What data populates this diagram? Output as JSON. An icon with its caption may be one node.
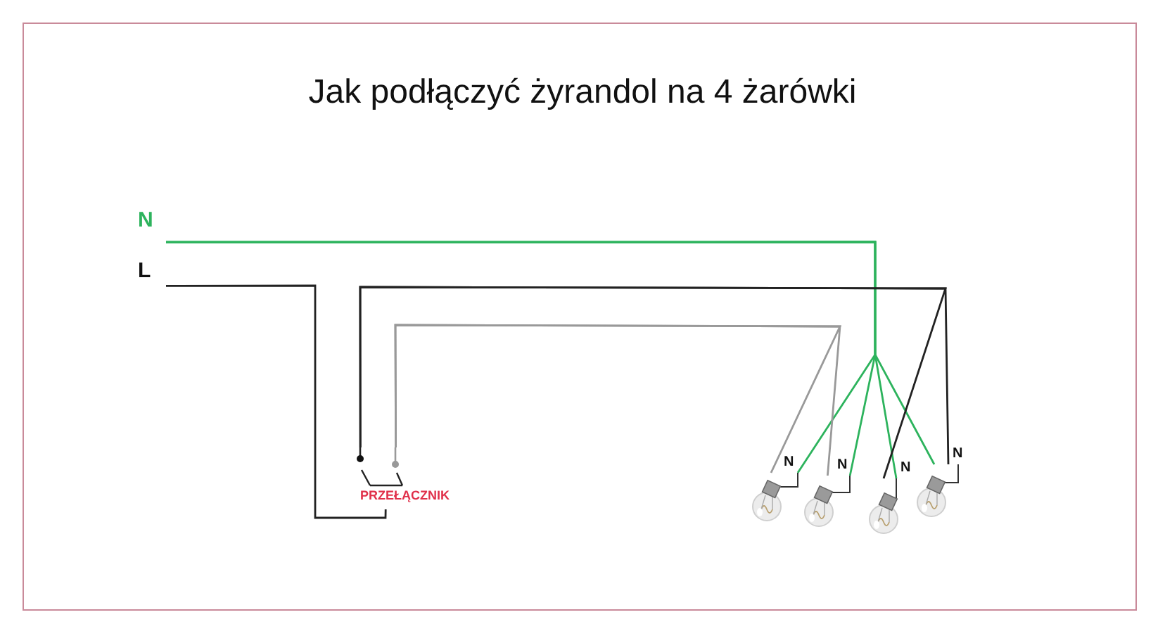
{
  "diagram": {
    "title": "Jak podłączyć żyrandol na 4 żarówki",
    "nodes": [
      {
        "text": [
          "N"
        ]
      },
      {
        "text": [
          "L"
        ]
      },
      {
        "text": [
          "PRZEŁĄCZNIK"
        ]
      },
      {
        "text": [],
        "shape": "picture",
        "beside": [
          "N"
        ]
      },
      {
        "text": [],
        "shape": "picture",
        "beside": [
          "N"
        ]
      },
      {
        "text": [],
        "shape": "picture",
        "beside": [
          "N"
        ]
      },
      {
        "text": [],
        "shape": "picture",
        "beside": [
          "N"
        ]
      }
    ],
    "edges": [
      {
        "from": 0,
        "to": 3,
        "arrow": "none"
      },
      {
        "from": 0,
        "to": 4,
        "arrow": "none"
      },
      {
        "from": 0,
        "to": 5,
        "arrow": "none"
      },
      {
        "from": 0,
        "to": 6,
        "arrow": "none"
      },
      {
        "from": 1,
        "to": 2,
        "arrow": "none",
        "color": "#222222"
      },
      {
        "from": 2,
        "to": 5,
        "arrow": "none",
        "color": "#222222"
      },
      {
        "from": 2,
        "to": 6,
        "arrow": "none",
        "color": "#222222"
      },
      {
        "from": 2,
        "to": 3,
        "arrow": "none",
        "color": "#999999"
      },
      {
        "from": 2,
        "to": 4,
        "arrow": "none",
        "color": "#999999"
      }
    ]
  }
}
